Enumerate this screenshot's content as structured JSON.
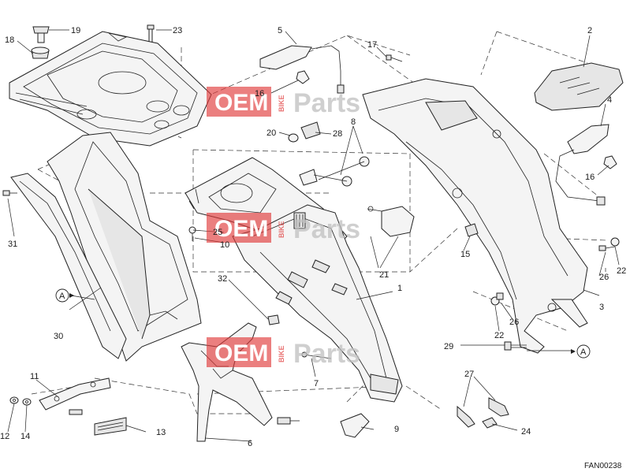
{
  "diagram": {
    "callouts": [
      "1",
      "2",
      "3",
      "4",
      "5",
      "6",
      "7",
      "8",
      "9",
      "10",
      "11",
      "12",
      "13",
      "14",
      "15",
      "16",
      "16",
      "17",
      "18",
      "19",
      "20",
      "21",
      "22",
      "22",
      "23",
      "24",
      "25",
      "26",
      "26",
      "27",
      "28",
      "29",
      "30",
      "31",
      "32"
    ],
    "reference_markers": [
      "A",
      "A"
    ],
    "drawing_code": "FAN00238"
  },
  "watermark": {
    "left": "OEM",
    "middle": "BIKE",
    "right": "Parts",
    "color": "#e03a3a"
  }
}
